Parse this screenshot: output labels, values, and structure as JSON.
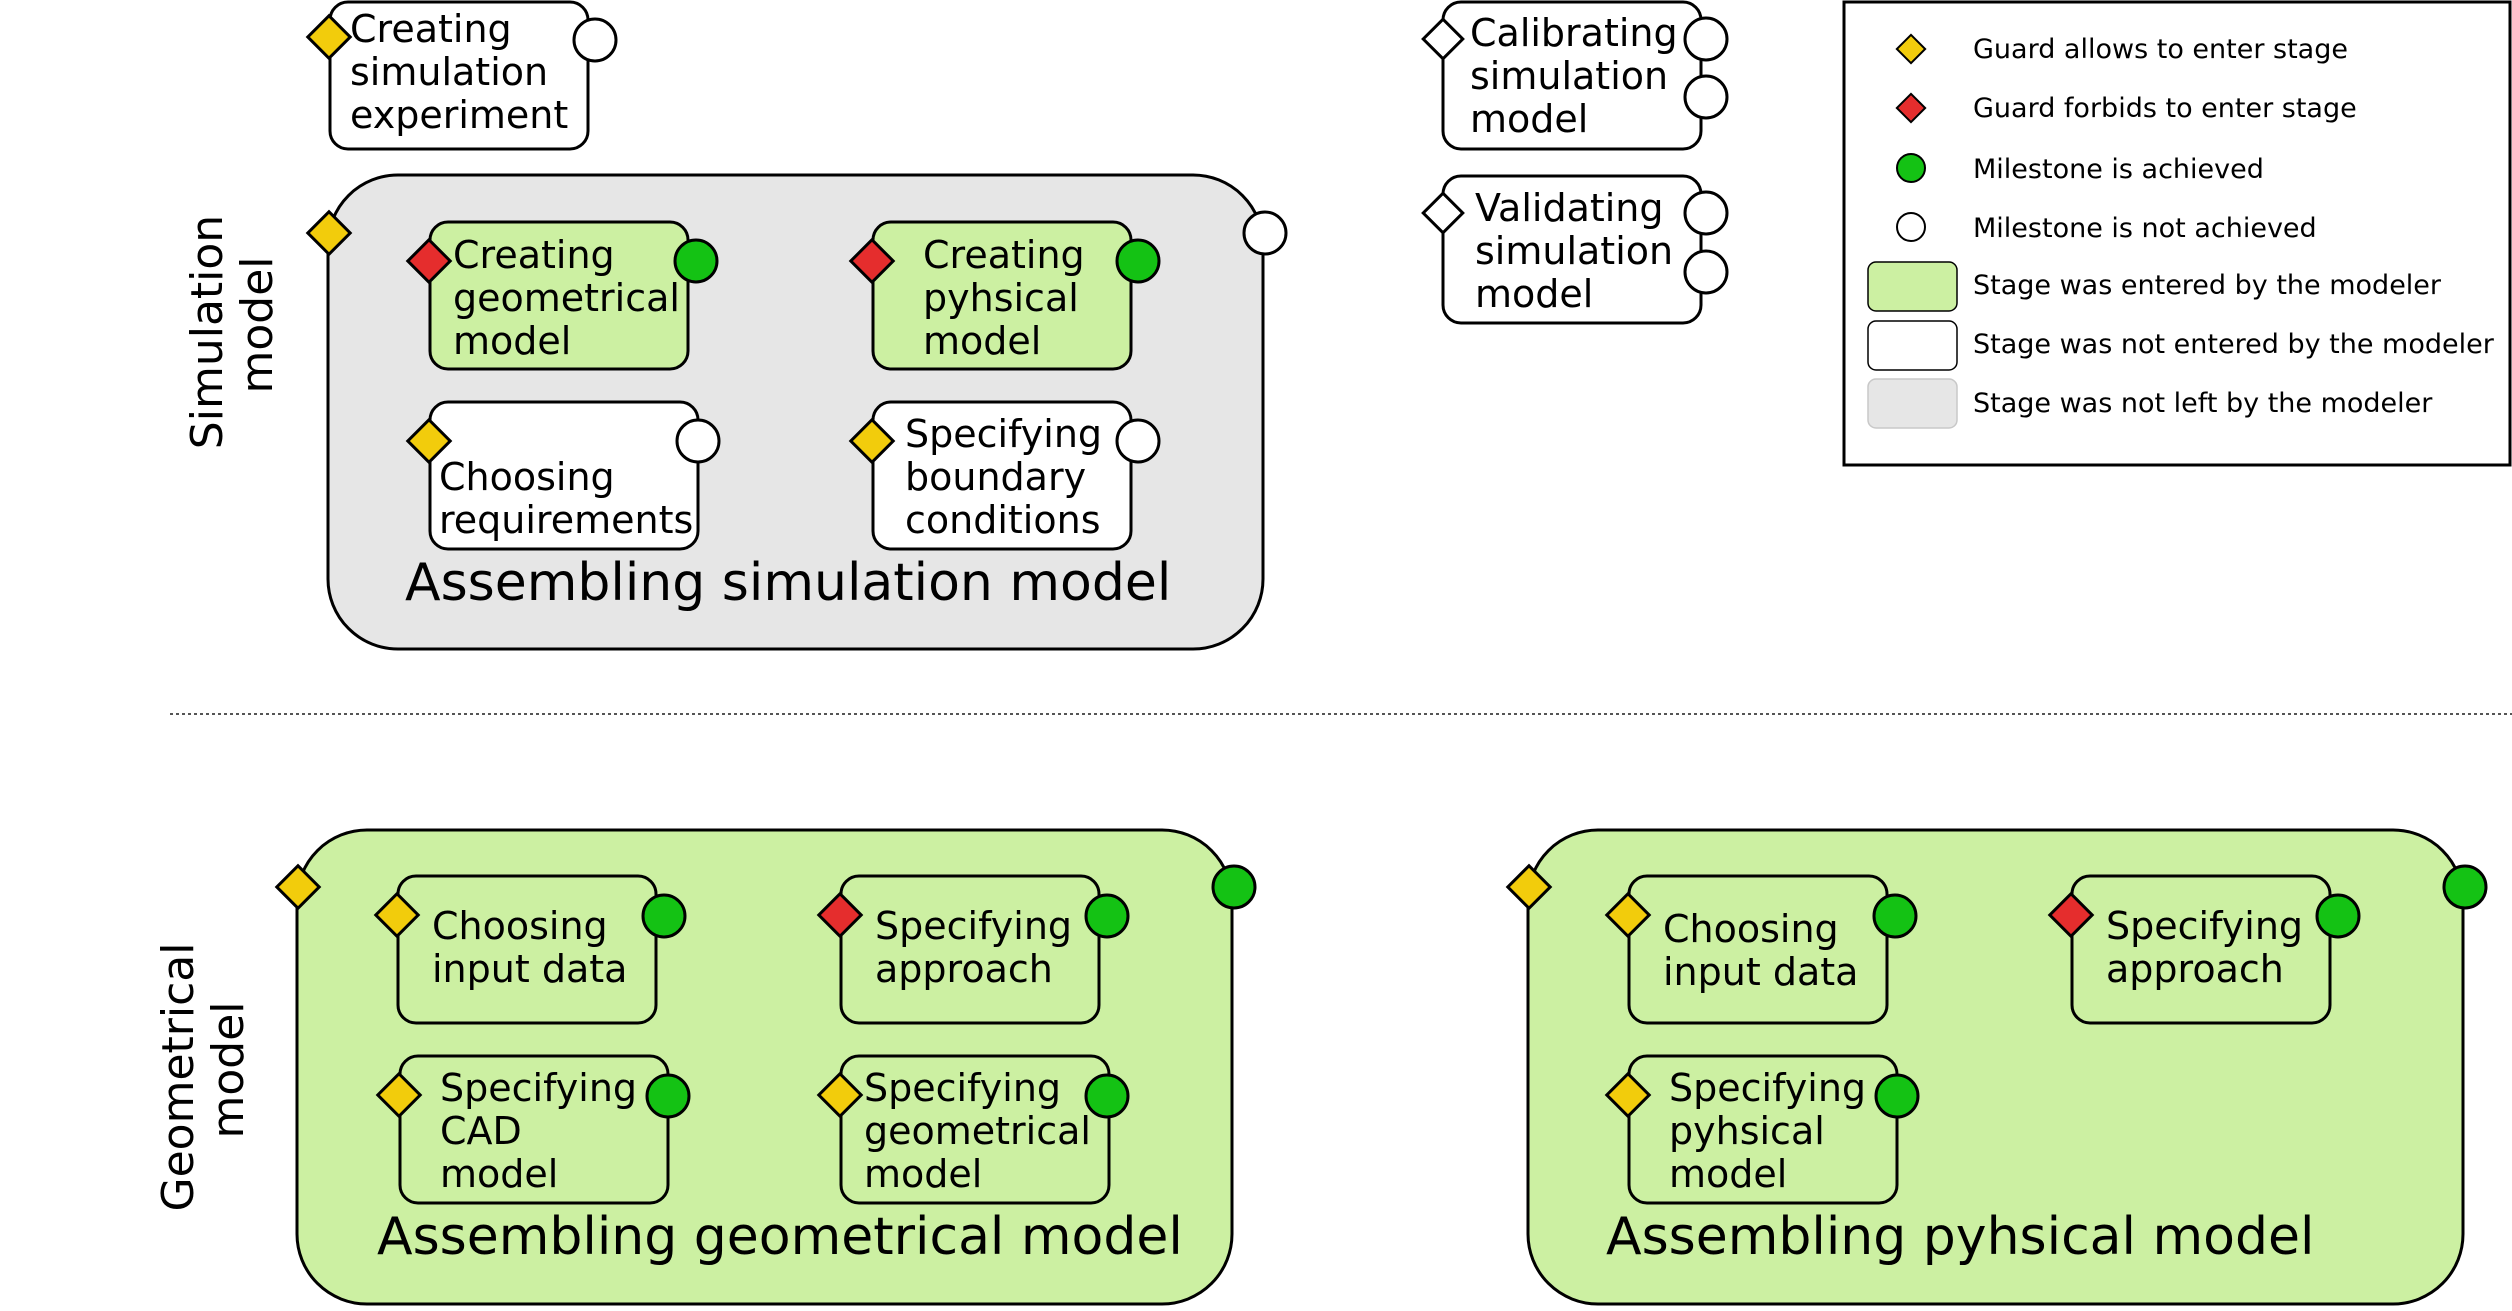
{
  "lanes": {
    "simulation": [
      "Simulation",
      "model"
    ],
    "geometrical": [
      "Geometrical",
      "model"
    ]
  },
  "stages": {
    "creating_experiment": {
      "lines": [
        "Creating",
        "simulation",
        "experiment"
      ],
      "fill": "white",
      "guard": "allows",
      "milestones": [
        "not-achieved"
      ]
    },
    "calibrating": {
      "lines": [
        "Calibrating",
        "simulation",
        "model"
      ],
      "fill": "white",
      "guard": "none",
      "milestones": [
        "not-achieved",
        "not-achieved"
      ]
    },
    "validating": {
      "lines": [
        "Validating",
        "simulation",
        "model"
      ],
      "fill": "white",
      "guard": "none",
      "milestones": [
        "not-achieved",
        "not-achieved"
      ]
    },
    "assembling_simulation": {
      "title": "Assembling simulation model",
      "fill": "not-left",
      "guard": "allows",
      "milestones": [
        "not-achieved"
      ]
    },
    "creating_geometrical": {
      "lines": [
        "Creating",
        "geometrical",
        "model"
      ],
      "fill": "entered",
      "guard": "forbids",
      "milestones": [
        "achieved"
      ]
    },
    "creating_physical": {
      "lines": [
        "Creating",
        "pyhsical",
        "model"
      ],
      "fill": "entered",
      "guard": "forbids",
      "milestones": [
        "achieved"
      ]
    },
    "choosing_requirements": {
      "lines": [
        "Choosing",
        "requirements"
      ],
      "fill": "white",
      "guard": "allows",
      "milestones": [
        "not-achieved"
      ]
    },
    "specifying_boundary": {
      "lines": [
        "Specifying",
        "boundary",
        "conditions"
      ],
      "fill": "white",
      "guard": "allows",
      "milestones": [
        "not-achieved"
      ]
    },
    "assembling_geometrical": {
      "title": "Assembling geometrical model",
      "fill": "entered",
      "guard": "allows",
      "milestones": [
        "achieved"
      ]
    },
    "geo_choosing_input": {
      "lines": [
        "Choosing",
        "input data"
      ],
      "fill": "entered",
      "guard": "allows",
      "milestones": [
        "achieved"
      ]
    },
    "geo_specifying_approach": {
      "lines": [
        "Specifying",
        "approach"
      ],
      "fill": "entered",
      "guard": "forbids",
      "milestones": [
        "achieved"
      ]
    },
    "geo_specifying_cad": {
      "lines": [
        "Specifying",
        "CAD",
        "model"
      ],
      "fill": "entered",
      "guard": "allows",
      "milestones": [
        "achieved"
      ]
    },
    "geo_specifying_geometrical": {
      "lines": [
        "Specifying",
        "geometrical",
        "model"
      ],
      "fill": "entered",
      "guard": "allows",
      "milestones": [
        "achieved"
      ]
    },
    "assembling_physical": {
      "title": "Assembling pyhsical model",
      "fill": "entered",
      "guard": "allows",
      "milestones": [
        "achieved"
      ]
    },
    "phy_choosing_input": {
      "lines": [
        "Choosing",
        "input data"
      ],
      "fill": "entered",
      "guard": "allows",
      "milestones": [
        "achieved"
      ]
    },
    "phy_specifying_approach": {
      "lines": [
        "Specifying",
        "approach"
      ],
      "fill": "entered",
      "guard": "forbids",
      "milestones": [
        "achieved"
      ]
    },
    "phy_specifying_physical": {
      "lines": [
        "Specifying",
        "pyhsical",
        "model"
      ],
      "fill": "entered",
      "guard": "allows",
      "milestones": [
        "achieved"
      ]
    }
  },
  "legend": {
    "guard_allows": "Guard allows to enter stage",
    "guard_forbids": "Guard forbids to enter stage",
    "milestone_achieved": "Milestone is achieved",
    "milestone_not_achieved": "Milestone is not achieved",
    "stage_entered": "Stage was entered by the modeler",
    "stage_not_entered": "Stage was not entered by the modeler",
    "stage_not_left": "Stage was not left by the modeler"
  },
  "colors": {
    "guard_allows": "#f2cc0c",
    "guard_forbids": "#e52d2d",
    "milestone_achieved": "#14c214",
    "milestone_not_achieved": "#ffffff",
    "stage_entered": "#ccf0a2",
    "stage_not_entered": "#ffffff",
    "stage_not_left": "#e6e6e6",
    "outline": "#000000"
  }
}
